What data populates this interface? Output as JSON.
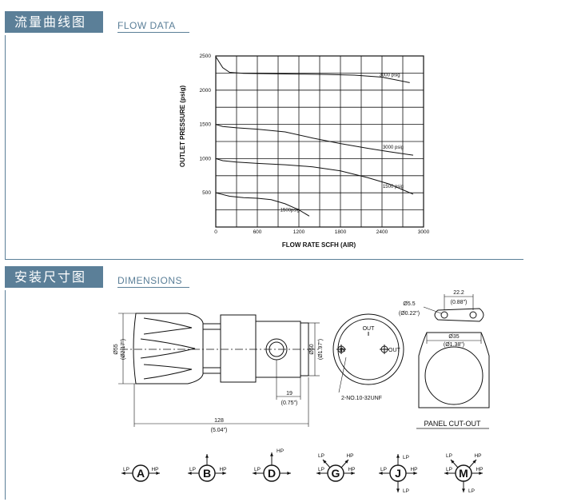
{
  "sections": {
    "flow": {
      "title_cn": "流量曲线图",
      "title_en": "FLOW DATA"
    },
    "dims": {
      "title_cn": "安装尺寸图",
      "title_en": "DIMENSIONS"
    }
  },
  "chart_data": {
    "type": "line",
    "title": "",
    "xlabel": "FLOW RATE SCFH (AIR)",
    "ylabel": "OUTLET PRESSURE (psig)",
    "xlim": [
      0,
      3000
    ],
    "ylim": [
      0,
      2500
    ],
    "x_ticks": [
      0,
      600,
      1200,
      1800,
      2400,
      3000
    ],
    "y_ticks": [
      500,
      1000,
      1500,
      2000,
      2500
    ],
    "grid": true,
    "series": [
      {
        "name": "3000 psig",
        "x": [
          0,
          100,
          200,
          400,
          800,
          1200,
          1600,
          2000,
          2400,
          2800
        ],
        "y": [
          2490,
          2330,
          2260,
          2245,
          2240,
          2235,
          2230,
          2220,
          2190,
          2110
        ]
      },
      {
        "name": "3000 psig",
        "x": [
          0,
          100,
          300,
          600,
          1000,
          1400,
          1800,
          2200,
          2500,
          2850
        ],
        "y": [
          1500,
          1470,
          1450,
          1430,
          1390,
          1300,
          1220,
          1150,
          1100,
          1050
        ]
      },
      {
        "name": "1500 psig",
        "x": [
          0,
          100,
          300,
          600,
          1000,
          1400,
          1800,
          2200,
          2500,
          2850
        ],
        "y": [
          1000,
          970,
          950,
          930,
          910,
          880,
          820,
          720,
          630,
          480
        ]
      },
      {
        "name": "1500psig",
        "x": [
          0,
          200,
          400,
          600,
          800,
          1000,
          1200,
          1350
        ],
        "y": [
          500,
          450,
          430,
          420,
          400,
          340,
          250,
          160
        ]
      }
    ]
  },
  "dimensions": {
    "dia55": "Ø55",
    "dia55_in": "(Ø2.17\")",
    "dia50": "Ø50",
    "dia50_in": "(Ø1.97\")",
    "len19": "19",
    "len19_in": "(0.75\")",
    "len128": "128",
    "len128_in": "(5.04\")",
    "port_out": "OUT",
    "port_in": "IN",
    "port_out2": "OUT",
    "thread": "2-NO.10-32UNF",
    "span22": "22.2",
    "span22_in": "(0.88\")",
    "hole55": "Ø5.5",
    "hole55_in": "(Ø0.22\")",
    "dia35": "Ø35",
    "dia35_in": "(Ø1.38\")",
    "panel": "PANEL CUT-OUT"
  },
  "port_configs": [
    {
      "letter": "A",
      "lp": "LP",
      "hp": "HP"
    },
    {
      "letter": "B",
      "lp": "LP",
      "hp": "HP"
    },
    {
      "letter": "D",
      "lp": "LP",
      "hp": "HP"
    },
    {
      "letter": "G",
      "lp": "LP",
      "hp": "HP"
    },
    {
      "letter": "J",
      "lp": "LP",
      "hp": "HP",
      "lp2": "LP"
    },
    {
      "letter": "M",
      "lp": "LP",
      "hp": "HP",
      "lp2": "LP",
      "lp3": "LP"
    }
  ]
}
